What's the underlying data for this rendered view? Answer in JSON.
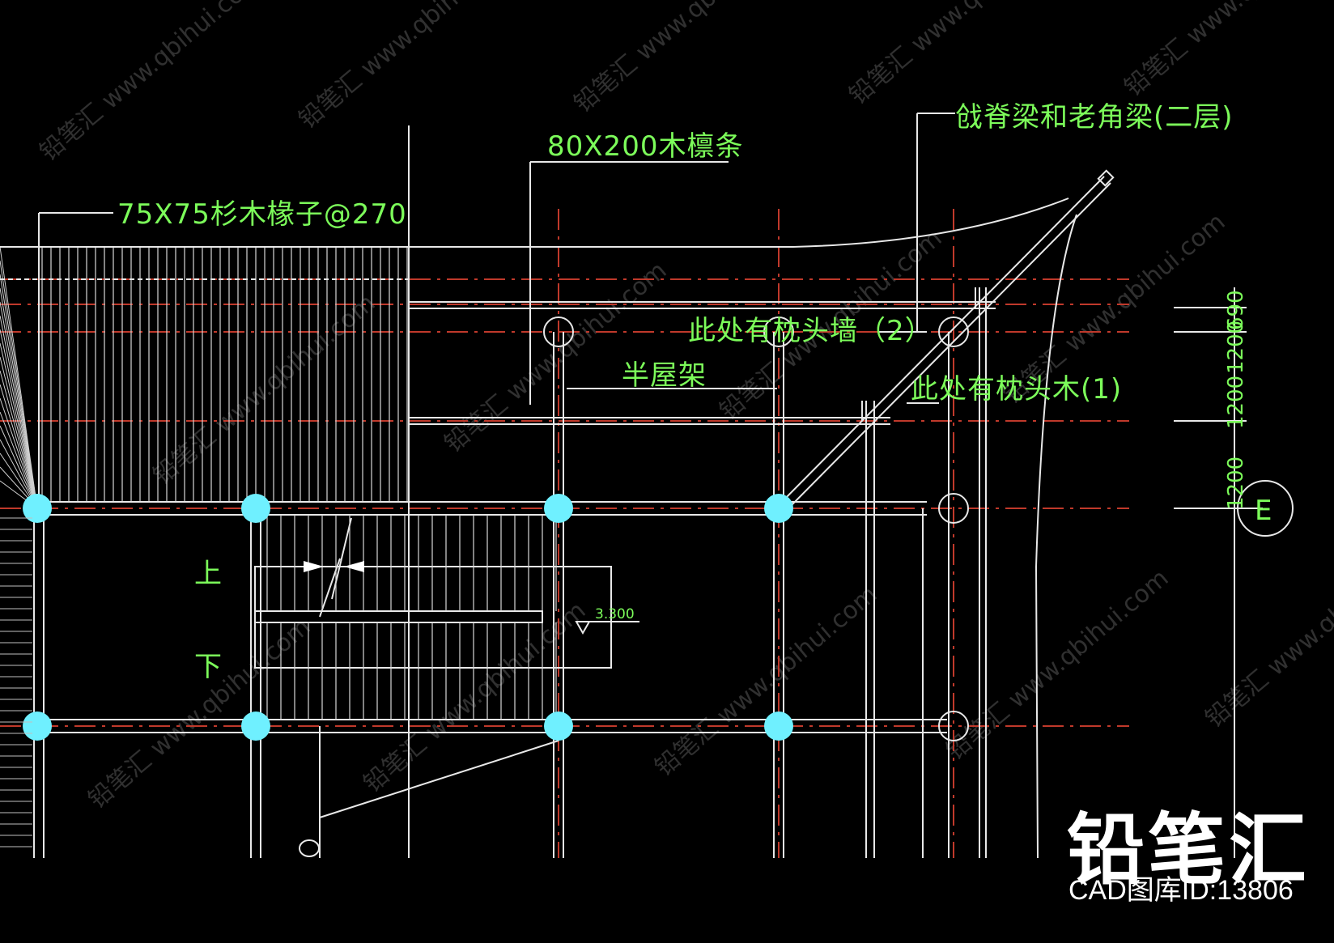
{
  "labels": {
    "rafter": "75X75杉木椽子@270",
    "purlin": "80X200木檩条",
    "ridge_beam": "戗脊梁和老角梁(二层)",
    "pillow_wall": "此处有枕头墙（2）",
    "half_truss": "半屋架",
    "pillow_wood": "此处有枕头木(1)",
    "stair_up": "上",
    "stair_down": "下",
    "level": "3.300",
    "grid_axis": "E",
    "dim_a": "1200",
    "dim_b": "1200",
    "dim_c": "1200",
    "dim_d": "690"
  },
  "watermark": {
    "text": "铅笔汇",
    "url": "www.qbihui.com"
  },
  "brand": {
    "name": "铅笔汇",
    "id_label": "CAD图库ID:13806"
  },
  "colors": {
    "background": "#000000",
    "annotation": "#7CFC5A",
    "column": "#6FF0FF",
    "center_line": "#C0392B",
    "geometry": "#E8E8E8"
  }
}
